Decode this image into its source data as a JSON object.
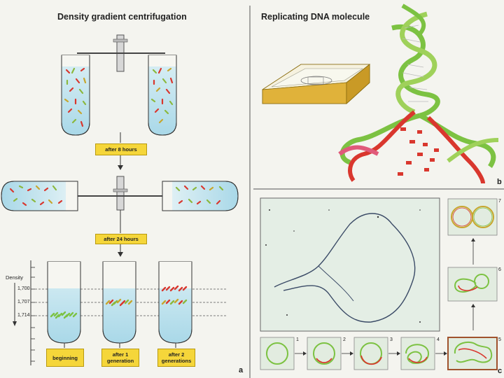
{
  "panel_a": {
    "title": "Density gradient centrifugation",
    "after_first": "after 8 hours",
    "after_second": "after 24 hours",
    "density_label": "Density",
    "densities": [
      "1,700",
      "1,707",
      "1,714"
    ],
    "tubes": [
      "beginning",
      "after 1 generation",
      "after 2 generations"
    ],
    "letter": "a"
  },
  "panel_b": {
    "title": "Replicating DNA molecule",
    "letter": "b"
  },
  "panel_c": {
    "letter": "c",
    "stages": [
      "1",
      "2",
      "3",
      "4",
      "5",
      "6",
      "7"
    ]
  },
  "colors": {
    "liquid": "#bfe3ee",
    "label_yellow": "#f5d63a",
    "strand_green": "#7cc242",
    "strand_red": "#d9372e",
    "box_gold": "#e9c14a",
    "em_bg": "#e4eee5"
  }
}
